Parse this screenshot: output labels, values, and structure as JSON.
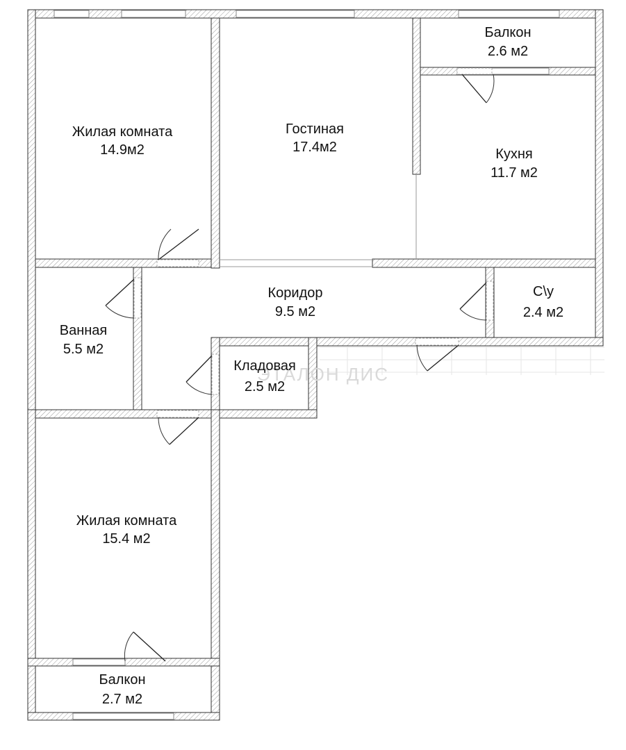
{
  "plan": {
    "watermark": "ЭТАЛОН ДИС",
    "rooms": [
      {
        "id": "bedroom-1",
        "name": "Жилая комната",
        "area": "14.9м2"
      },
      {
        "id": "living-room",
        "name": "Гостиная",
        "area": "17.4м2"
      },
      {
        "id": "balcony-1",
        "name": "Балкон",
        "area": "2.6 м2"
      },
      {
        "id": "kitchen",
        "name": "Кухня",
        "area": "11.7 м2"
      },
      {
        "id": "corridor",
        "name": "Коридор",
        "area": "9.5 м2"
      },
      {
        "id": "wc",
        "name": "С\\у",
        "area": "2.4 м2"
      },
      {
        "id": "bathroom",
        "name": "Ванная",
        "area": "5.5 м2"
      },
      {
        "id": "storage",
        "name": "Кладовая",
        "area": "2.5 м2"
      },
      {
        "id": "bedroom-2",
        "name": "Жилая комната",
        "area": "15.4 м2"
      },
      {
        "id": "balcony-2",
        "name": "Балкон",
        "area": "2.7 м2"
      }
    ],
    "colors": {
      "wall": "#ffffff",
      "wall_outline": "#333333",
      "hatch": "#9a9a9a"
    }
  }
}
